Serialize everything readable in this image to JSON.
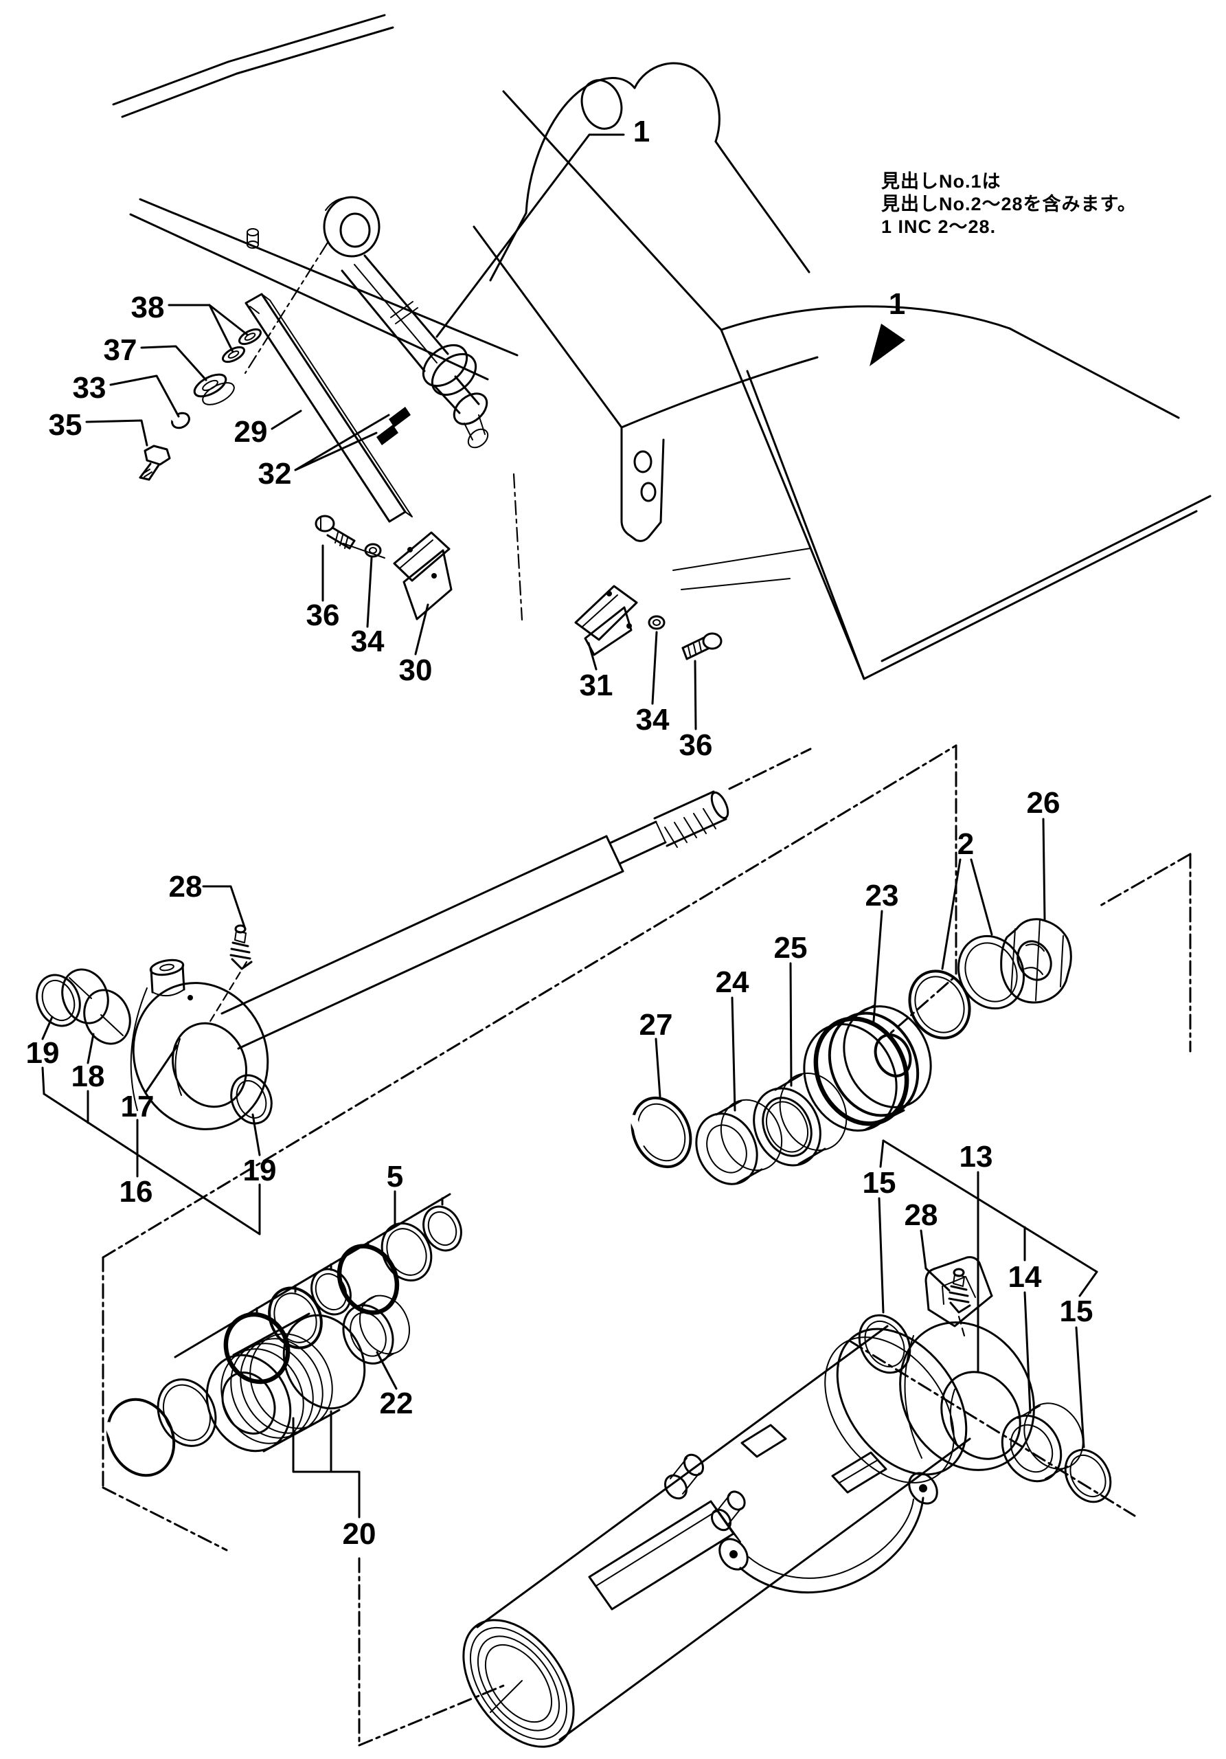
{
  "page": {
    "background": "#ffffff",
    "ink": "#000000"
  },
  "note": {
    "line1": "見出しNo.1は",
    "line2": "見出しNo.2〜28を含みます。",
    "line3": "1 INC 2〜28."
  },
  "reference_arrow": {
    "label": "1"
  },
  "callouts": {
    "c1_main": {
      "label": "1"
    },
    "c38": {
      "label": "38"
    },
    "c37": {
      "label": "37"
    },
    "c33": {
      "label": "33"
    },
    "c35": {
      "label": "35"
    },
    "c29": {
      "label": "29"
    },
    "c32": {
      "label": "32"
    },
    "c36a": {
      "label": "36"
    },
    "c34a": {
      "label": "34"
    },
    "c30": {
      "label": "30"
    },
    "c31": {
      "label": "31"
    },
    "c34b": {
      "label": "34"
    },
    "c36b": {
      "label": "36"
    },
    "c1_arrow": {
      "label": "1"
    },
    "c28a": {
      "label": "28"
    },
    "c19a": {
      "label": "19"
    },
    "c18": {
      "label": "18"
    },
    "c17": {
      "label": "17"
    },
    "c16": {
      "label": "16"
    },
    "c19b": {
      "label": "19"
    },
    "c5": {
      "label": "5"
    },
    "c22": {
      "label": "22"
    },
    "c20": {
      "label": "20"
    },
    "c27": {
      "label": "27"
    },
    "c24": {
      "label": "24"
    },
    "c25": {
      "label": "25"
    },
    "c23": {
      "label": "23"
    },
    "c2": {
      "label": "2"
    },
    "c26": {
      "label": "26"
    },
    "c15a": {
      "label": "15"
    },
    "c28b": {
      "label": "28"
    },
    "c13": {
      "label": "13"
    },
    "c14": {
      "label": "14"
    },
    "c15b": {
      "label": "15"
    }
  }
}
